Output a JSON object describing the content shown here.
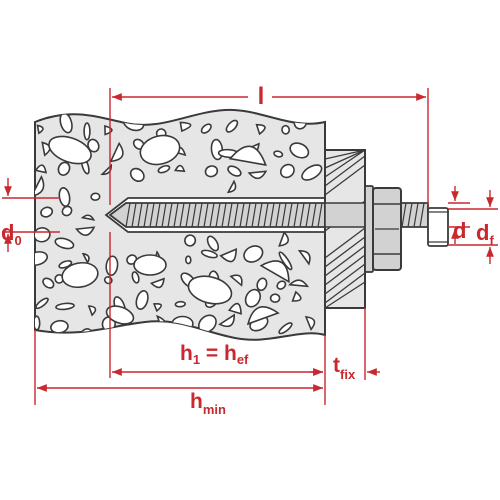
{
  "colors": {
    "dimension": "#c8282e",
    "outline": "#3a3a3a",
    "concrete_fill": "#e6e6e6",
    "steel_fill": "#d2d2d2",
    "background": "#ffffff"
  },
  "labels": {
    "l": "l",
    "d0_main": "d",
    "d0_sub": "0",
    "d": "d",
    "df_main": "d",
    "df_sub": "f",
    "h1_main": "h",
    "h1_sub": "1",
    "equals": " = h",
    "hef_sub": "ef",
    "tfix_main": "t",
    "tfix_sub": "fix",
    "hmin_main": "h",
    "hmin_sub": "min"
  }
}
